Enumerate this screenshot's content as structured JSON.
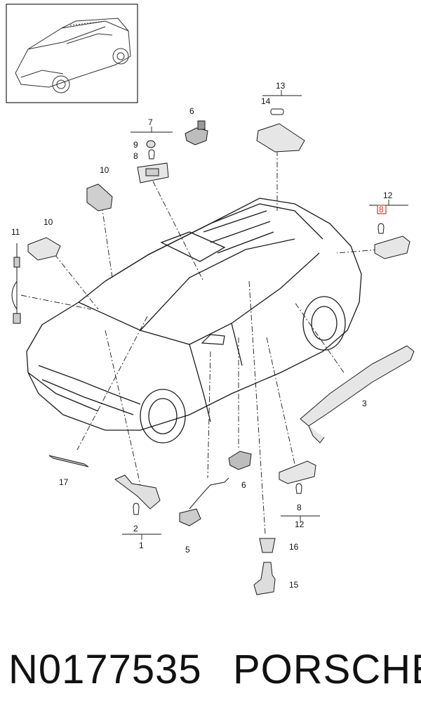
{
  "callouts": {
    "c1": "1",
    "c2": "2",
    "c3": "3",
    "c5": "5",
    "c6_top": "6",
    "c6_bottom": "6",
    "c7": "7",
    "c8_a": "8",
    "c8_b": "8",
    "c8_c": "8",
    "c9": "9",
    "c10_a": "10",
    "c10_b": "10",
    "c11": "11",
    "c12_top": "12",
    "c12_bottom": "12",
    "c13": "13",
    "c14": "14",
    "c15": "15",
    "c16": "16",
    "c17": "17"
  },
  "footer": {
    "part_number": "N0177535",
    "brand": "PORSCHE"
  },
  "colors": {
    "line": "#1a1a1a",
    "highlight": "#e0302a"
  }
}
